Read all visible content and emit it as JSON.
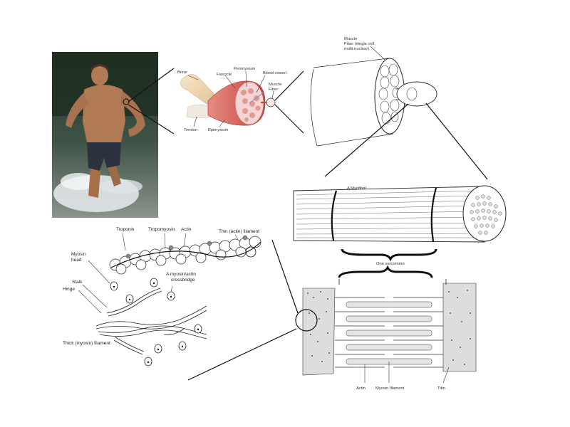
{
  "panels": {
    "muscle": {
      "labels": {
        "bone": "Bone",
        "fascicle": "Fascicle",
        "perimysium": "Perimysium",
        "blood_vessel": "Blood vessel",
        "muscle_fiber_1": "Muscle",
        "muscle_fiber_2": "Fiber",
        "tendon": "Tendon",
        "epimysium": "Epimysium"
      }
    },
    "fiber": {
      "label_1": "Muscle",
      "label_2": "Fiber (single cell,",
      "label_3": "multi-nuclear)"
    },
    "myofibril": {
      "label": "A Myofibril",
      "sarcomere_label": "One sarcomere"
    },
    "sarcomere": {
      "actin": "Actin",
      "myosin": "Myosin filament",
      "titin": "Titin"
    },
    "filaments": {
      "troponin": "Troponin",
      "tropomyosin": "Tropomyosin",
      "actin": "Actin",
      "thin": "Thin (actin) filament",
      "myosin_head_1": "Myosin",
      "myosin_head_2": "head",
      "crossbridge_1": "A myosin/actin",
      "crossbridge_2": "crossbridge",
      "stalk": "Stalk",
      "hinge": "Hinge",
      "thick": "Thick (myosin) filament"
    }
  },
  "colors": {
    "muscle_red": "#d9605a",
    "bone": "#f0d7b0",
    "water": "#6c7a6a",
    "skin": "#b07a55",
    "shorts": "#2c3140"
  }
}
